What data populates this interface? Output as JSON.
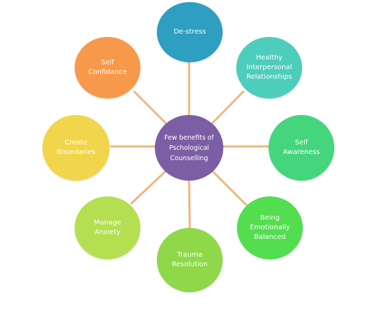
{
  "diagram": {
    "center": {
      "label": "Few benefits of\nPschological\nCounselling",
      "color": "#7c5ea5"
    },
    "connector_color": "#f0b47c",
    "nodes": [
      {
        "id": "de-stress",
        "label": "De-stress",
        "color": "#2e9fc0"
      },
      {
        "id": "healthy-interpersonal-relationships",
        "label": "Healthy\nInterpersonal\nRelationships",
        "color": "#4dcdbb"
      },
      {
        "id": "self-awareness",
        "label": "Self\nAwareness",
        "color": "#45d67d"
      },
      {
        "id": "being-emotionally-balanced",
        "label": "Being\nEmotionally\nBalanced",
        "color": "#52de4e"
      },
      {
        "id": "trauma-resolution",
        "label": "Trauma\nResolution",
        "color": "#8ed84a"
      },
      {
        "id": "manage-anxiety",
        "label": "Manage\nAnxiety",
        "color": "#b4df50"
      },
      {
        "id": "create-boundaries",
        "label": "Create\nBoundaries",
        "color": "#f1d54a"
      },
      {
        "id": "self-confidance",
        "label": "Self\nConfidance",
        "color": "#f7994b"
      }
    ]
  }
}
